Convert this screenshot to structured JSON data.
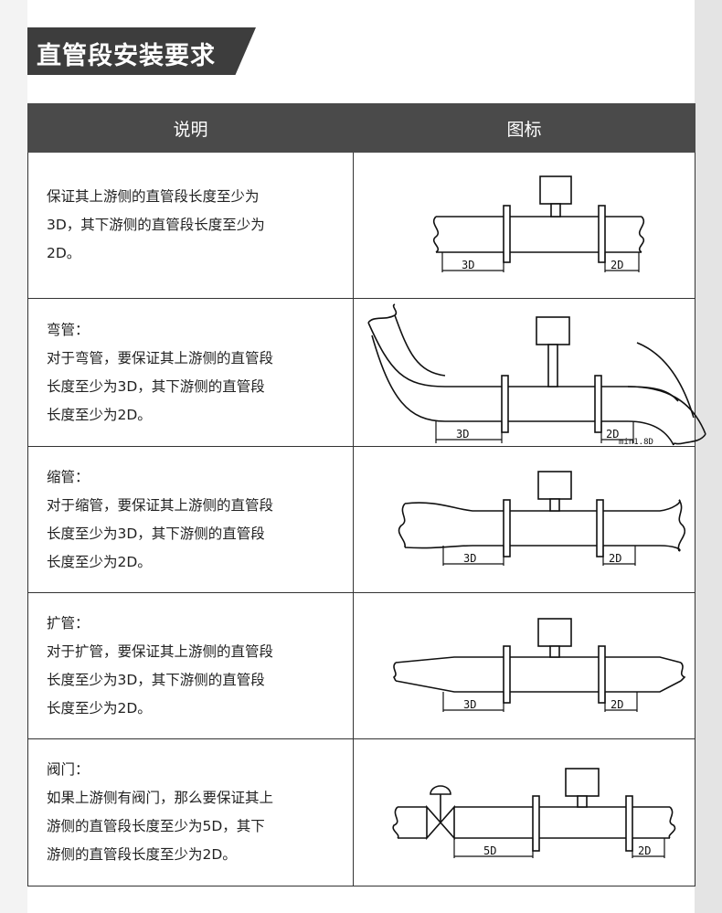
{
  "header": {
    "title": "直管段安装要求"
  },
  "table": {
    "columns": {
      "desc": "说明",
      "icon": "图标"
    },
    "rows": [
      {
        "lines": [
          "保证其上游侧的直管段长度至少为",
          "3D，其下游侧的直管段长度至少为",
          "2D。"
        ],
        "labels": {
          "up": "3D",
          "down": "2D"
        }
      },
      {
        "lines": [
          "弯管：",
          "对于弯管，要保证其上游侧的直管段",
          "长度至少为3D，其下游侧的直管段",
          "长度至少为2D。"
        ],
        "labels": {
          "up": "3D",
          "down": "2D",
          "note": "min1.8D"
        }
      },
      {
        "lines": [
          "缩管：",
          "对于缩管，要保证其上游侧的直管段",
          "长度至少为3D，其下游侧的直管段",
          "长度至少为2D。"
        ],
        "labels": {
          "up": "3D",
          "down": "2D"
        }
      },
      {
        "lines": [
          "扩管：",
          "对于扩管，要保证其上游侧的直管段",
          "长度至少为3D，其下游侧的直管段",
          "长度至少为2D。"
        ],
        "labels": {
          "up": "3D",
          "down": "2D"
        }
      },
      {
        "lines": [
          "阀门：",
          "如果上游侧有阀门，那么要保证其上",
          "游侧的直管段长度至少为5D，其下",
          "游侧的直管段长度至少为2D。"
        ],
        "labels": {
          "up": "5D",
          "down": "2D"
        }
      }
    ]
  }
}
